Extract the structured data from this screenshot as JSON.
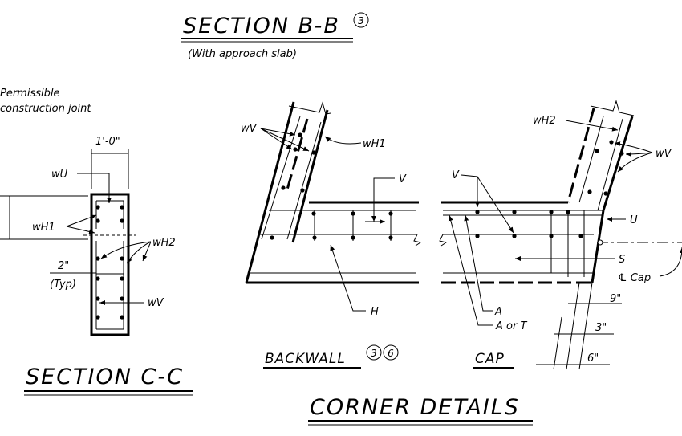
{
  "titles": {
    "section_bb": "SECTION B-B",
    "section_bb_note_num": "3",
    "section_bb_sub": "(With approach slab)",
    "section_cc": "SECTION C-C",
    "corner_details": "CORNER DETAILS",
    "backwall": "BACKWALL",
    "backwall_note1": "3",
    "backwall_note2": "6",
    "cap": "CAP"
  },
  "section_cc": {
    "permissible_line1": "Permissible",
    "permissible_line2": "construction joint",
    "dim_width": "1'-0\"",
    "wU": "wU",
    "wH1": "wH1",
    "wH2": "wH2",
    "wV": "wV",
    "spacing": "2\"",
    "typ": "(Typ)"
  },
  "backwall": {
    "wV": "wV",
    "wH1": "wH1",
    "V": "V",
    "H": "H"
  },
  "cap": {
    "wH2": "wH2",
    "wV": "wV",
    "V": "V",
    "U": "U",
    "S": "S",
    "cl_cap": "℄ Cap",
    "A": "A",
    "A_or_T": "A or T",
    "dim_9": "9\"",
    "dim_3": "3\"",
    "dim_6": "6\""
  }
}
